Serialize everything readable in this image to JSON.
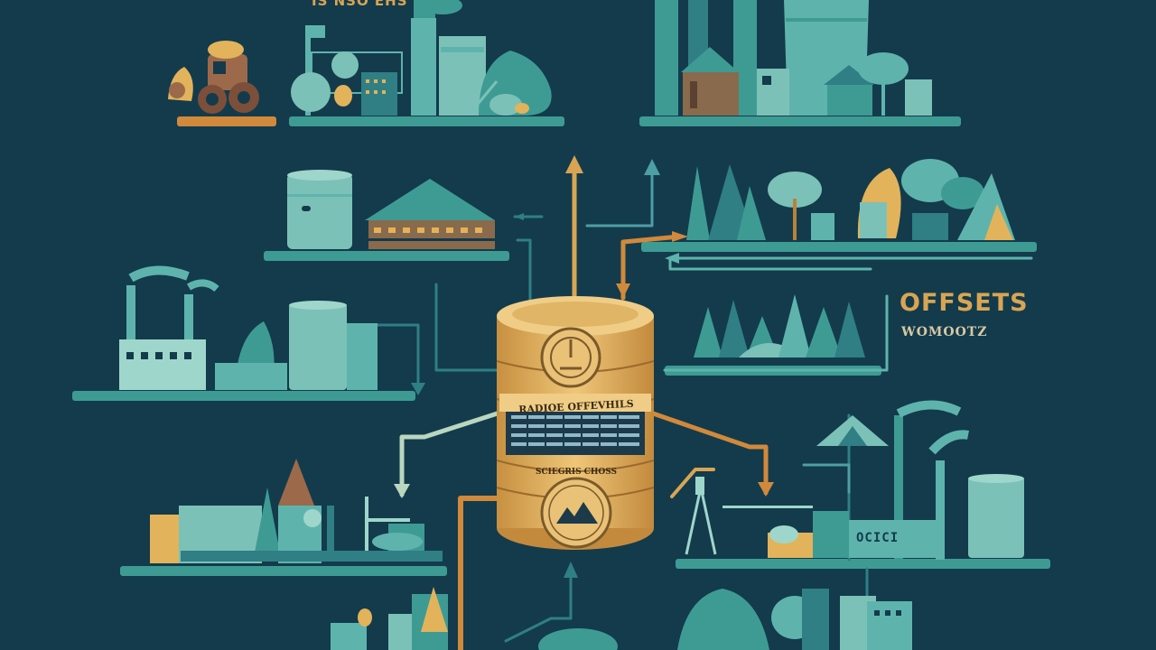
{
  "headline": {
    "title": "OFFSETS",
    "subtitle": "WOMOOTZ"
  },
  "top_caption": "IS NSO  EHS",
  "coin_stack": {
    "band_text": "RADIOE OFFEVHILS",
    "lower_band_text": "SCIEGRIS CHOSS"
  },
  "plant_plate_text": "OCICI",
  "colors": {
    "background": "#133b4c",
    "teal": "#5eb4ad",
    "teal_dark": "#2f7f84",
    "gold": "#d9a553",
    "gold_dark": "#b9823a",
    "orange": "#d1893b",
    "shelf": "#3e9b94"
  },
  "icons": [
    "coin-stack-icon",
    "clock-dial-icon",
    "mountain-seal-icon",
    "factory-icon",
    "tree-icon",
    "arrow-up-icon"
  ]
}
